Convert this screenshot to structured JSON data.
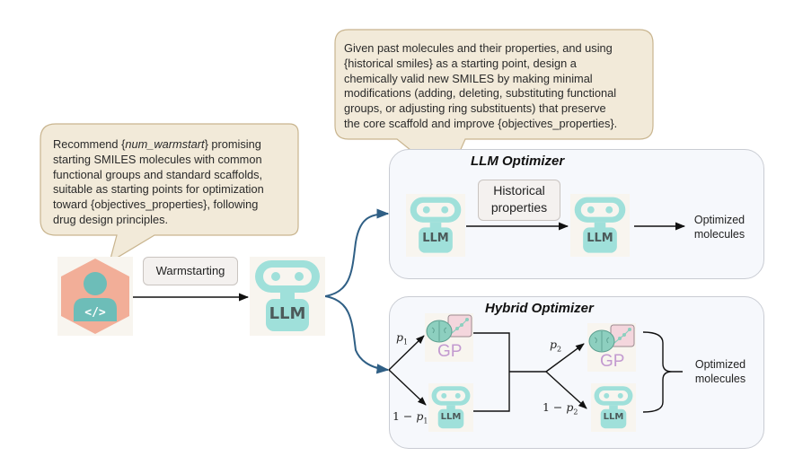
{
  "prompts": {
    "warmstart": {
      "line1_pre": "Recommend {",
      "line1_var": "num_warmstart",
      "line1_post": "} promising",
      "lines": [
        "starting SMILES molecules with common",
        "functional groups and standard scaffolds,",
        "suitable as starting points for optimization",
        "toward {objectives_properties}, following",
        "drug design principles."
      ]
    },
    "optimizer": {
      "lines": [
        "Given past molecules and their properties, and using",
        "{historical smiles} as a starting point, design a",
        "chemically valid new SMILES by making minimal",
        "modifications (adding, deleting, substituting functional",
        "groups, or adjusting ring substituents) that preserve",
        "the core scaffold and improve {objectives_properties}."
      ]
    }
  },
  "warmstart_stage": {
    "label": "Warmstarting",
    "user_icon": "developer-user-icon",
    "llm_label": "LLM"
  },
  "llm_optimizer": {
    "title": "LLM Optimizer",
    "edge_label_line1": "Historical",
    "edge_label_line2": "properties",
    "llm_label": "LLM",
    "output_line1": "Optimized",
    "output_line2": "molecules"
  },
  "hybrid_optimizer": {
    "title": "Hybrid Optimizer",
    "gp_label": "GP",
    "llm_label": "LLM",
    "p1": "p",
    "p1_sub": "1",
    "one_minus": "1 − ",
    "p2": "p",
    "p2_sub": "2",
    "output_line1": "Optimized",
    "output_line2": "molecules"
  },
  "colors": {
    "bubble_fill": "#f2ead9",
    "bubble_stroke": "#c9b58f",
    "robot_teal": "#9fe0da",
    "robot_face": "#f8f5ef",
    "hexagon": "#f2ae98",
    "user_teal": "#6dbdb8",
    "branch_arrow": "#2f5f85",
    "gp_purple": "#c39ad0",
    "brain_green": "#8dcfbf",
    "chart_pink": "#f4d6dd"
  }
}
